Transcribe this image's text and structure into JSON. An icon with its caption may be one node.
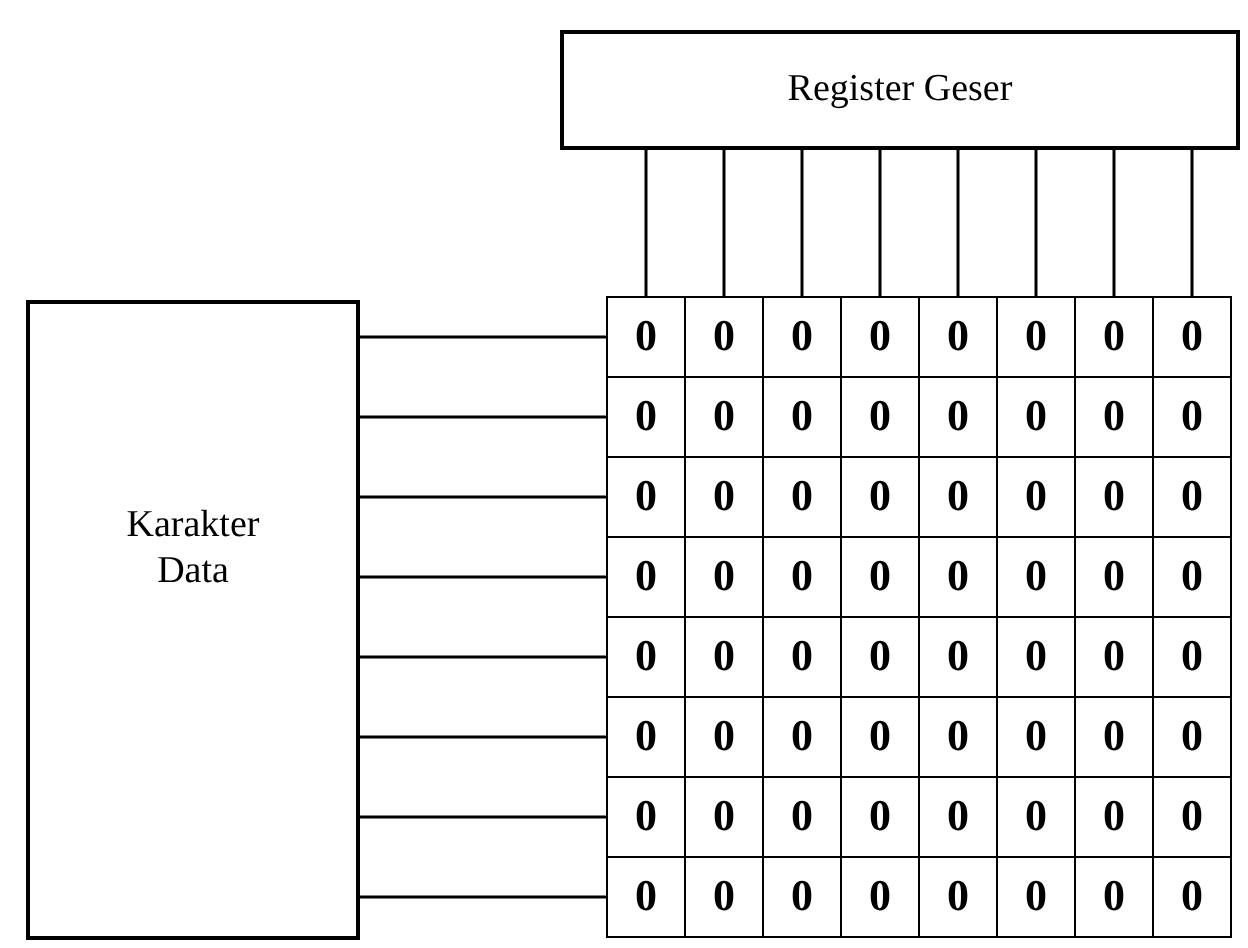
{
  "diagram": {
    "nodes": [
      {
        "text": [
          "Register Geser"
        ]
      },
      {
        "text": [
          "Karakter Data"
        ]
      },
      {
        "text": [
          "0"
        ]
      },
      {
        "text": [
          "0"
        ]
      },
      {
        "text": [
          "0"
        ]
      },
      {
        "text": [
          "0"
        ]
      },
      {
        "text": [
          "0"
        ]
      },
      {
        "text": [
          "0"
        ]
      },
      {
        "text": [
          "0"
        ]
      },
      {
        "text": [
          "0"
        ]
      },
      {
        "text": [
          "0"
        ]
      },
      {
        "text": [
          "0"
        ]
      },
      {
        "text": [
          "0"
        ]
      },
      {
        "text": [
          "0"
        ]
      },
      {
        "text": [
          "0"
        ]
      },
      {
        "text": [
          "0"
        ]
      },
      {
        "text": [
          "0"
        ]
      },
      {
        "text": [
          "0"
        ]
      },
      {
        "text": [
          "0"
        ]
      },
      {
        "text": [
          "0"
        ]
      },
      {
        "text": [
          "0"
        ]
      },
      {
        "text": [
          "0"
        ]
      },
      {
        "text": [
          "0"
        ]
      },
      {
        "text": [
          "0"
        ]
      },
      {
        "text": [
          "0"
        ]
      },
      {
        "text": [
          "0"
        ]
      },
      {
        "text": [
          "0"
        ]
      },
      {
        "text": [
          "0"
        ]
      },
      {
        "text": [
          "0"
        ]
      },
      {
        "text": [
          "0"
        ]
      },
      {
        "text": [
          "0"
        ]
      },
      {
        "text": [
          "0"
        ]
      },
      {
        "text": [
          "0"
        ]
      },
      {
        "text": [
          "0"
        ]
      },
      {
        "text": [
          "0"
        ]
      },
      {
        "text": [
          "0"
        ]
      },
      {
        "text": [
          "0"
        ]
      },
      {
        "text": [
          "0"
        ]
      },
      {
        "text": [
          "0"
        ]
      },
      {
        "text": [
          "0"
        ]
      },
      {
        "text": [
          "0"
        ]
      },
      {
        "text": [
          "0"
        ]
      },
      {
        "text": [
          "0"
        ]
      },
      {
        "text": [
          "0"
        ]
      },
      {
        "text": [
          "0"
        ]
      },
      {
        "text": [
          "0"
        ]
      },
      {
        "text": [
          "0"
        ]
      },
      {
        "text": [
          "0"
        ]
      },
      {
        "text": [
          "0"
        ]
      },
      {
        "text": [
          "0"
        ]
      },
      {
        "text": [
          "0"
        ]
      },
      {
        "text": [
          "0"
        ]
      },
      {
        "text": [
          "0"
        ]
      },
      {
        "text": [
          "0"
        ]
      },
      {
        "text": [
          "0"
        ]
      },
      {
        "text": [
          "0"
        ]
      },
      {
        "text": [
          "0"
        ]
      },
      {
        "text": [
          "0"
        ]
      },
      {
        "text": [
          "0"
        ]
      },
      {
        "text": [
          "0"
        ]
      },
      {
        "text": [
          "0"
        ]
      },
      {
        "text": [
          "0"
        ]
      },
      {
        "text": [
          "0"
        ]
      },
      {
        "text": [
          "0"
        ]
      },
      {
        "text": [
          "0"
        ]
      },
      {
        "text": [
          "0"
        ]
      }
    ],
    "edges": [
      {
        "from": 0,
        "to": 2,
        "arrow": "none"
      },
      {
        "from": 0,
        "to": 3,
        "arrow": "none"
      },
      {
        "from": 0,
        "to": 4,
        "arrow": "none"
      },
      {
        "from": 0,
        "to": 5,
        "arrow": "none"
      },
      {
        "from": 0,
        "to": 6,
        "arrow": "none"
      },
      {
        "from": 0,
        "to": 7,
        "arrow": "none"
      },
      {
        "from": 0,
        "to": 8,
        "arrow": "none"
      },
      {
        "from": 0,
        "to": 9,
        "arrow": "none"
      },
      {
        "from": 1,
        "to": 2,
        "arrow": "none"
      },
      {
        "from": 1,
        "to": 10,
        "arrow": "none"
      },
      {
        "from": 1,
        "to": 18,
        "arrow": "none"
      },
      {
        "from": 1,
        "to": 26,
        "arrow": "none"
      },
      {
        "from": 1,
        "to": 34,
        "arrow": "none"
      },
      {
        "from": 1,
        "to": 42,
        "arrow": "none"
      },
      {
        "from": 1,
        "to": 50,
        "arrow": "none"
      },
      {
        "from": 1,
        "to": 58,
        "arrow": "none"
      }
    ]
  }
}
